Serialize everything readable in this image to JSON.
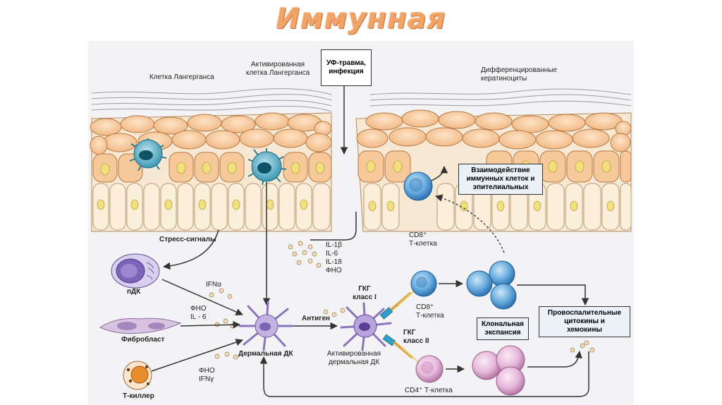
{
  "title": "Иммунная",
  "labels": {
    "langerhans": "Клетка Лангерганса",
    "activated_langerhans_1": "Активированная",
    "activated_langerhans_2": "клетка Лангерганса",
    "uv_1": "УФ-травма,",
    "uv_2": "инфекция",
    "keratinocytes_1": "Дифференцированные",
    "keratinocytes_2": "кератиноциты",
    "interaction_1": "Взаимодействие",
    "interaction_2": "иммунных клеток и",
    "interaction_3": "эпителиальных",
    "cd8_top_1": "CD8⁺",
    "cd8_top_2": "Т-клетка",
    "stress": "Стресс-сигналы",
    "cytokines": [
      "IL-1β",
      "IL-6",
      "IL-18",
      "ФНО"
    ],
    "pdc": "пДК",
    "ifna": "IFNα",
    "fno_il6_1": "ФНО",
    "fno_il6_2": "IL - 6",
    "fibroblast": "Фибробласт",
    "antigen": "Антиген",
    "dermal_dc": "Дермальная ДК",
    "mhc1_1": "ГКГ",
    "mhc1_2": "класс I",
    "mhc2_1": "ГКГ",
    "mhc2_2": "класс II",
    "cd8_mid_1": "CD8⁺",
    "cd8_mid_2": "Т-клетка",
    "activated_dc_1": "Активированная",
    "activated_dc_2": "дермальная ДК",
    "clonal_1": "Клональная",
    "clonal_2": "экспансия",
    "proinflam_1": "Провоспалительные",
    "proinflam_2": "цитокины и",
    "proinflam_3": "хемокины",
    "fno_ifng_1": "ФНО",
    "fno_ifng_2": "IFNγ",
    "tkiller": "Т-киллер",
    "cd4": "CD4⁺ Т-клетка"
  },
  "colors": {
    "title": "#f0a468",
    "keratinocyte": "#f6c79c",
    "keratinocyte_top": "#e9a062",
    "basal": "#f8ecd8",
    "cd8": "#5aa3d8",
    "cd4": "#e3b4d6",
    "dc": "#b39bd3",
    "pdc": "#8d78c2",
    "langerhans": "#2b8ba5"
  }
}
